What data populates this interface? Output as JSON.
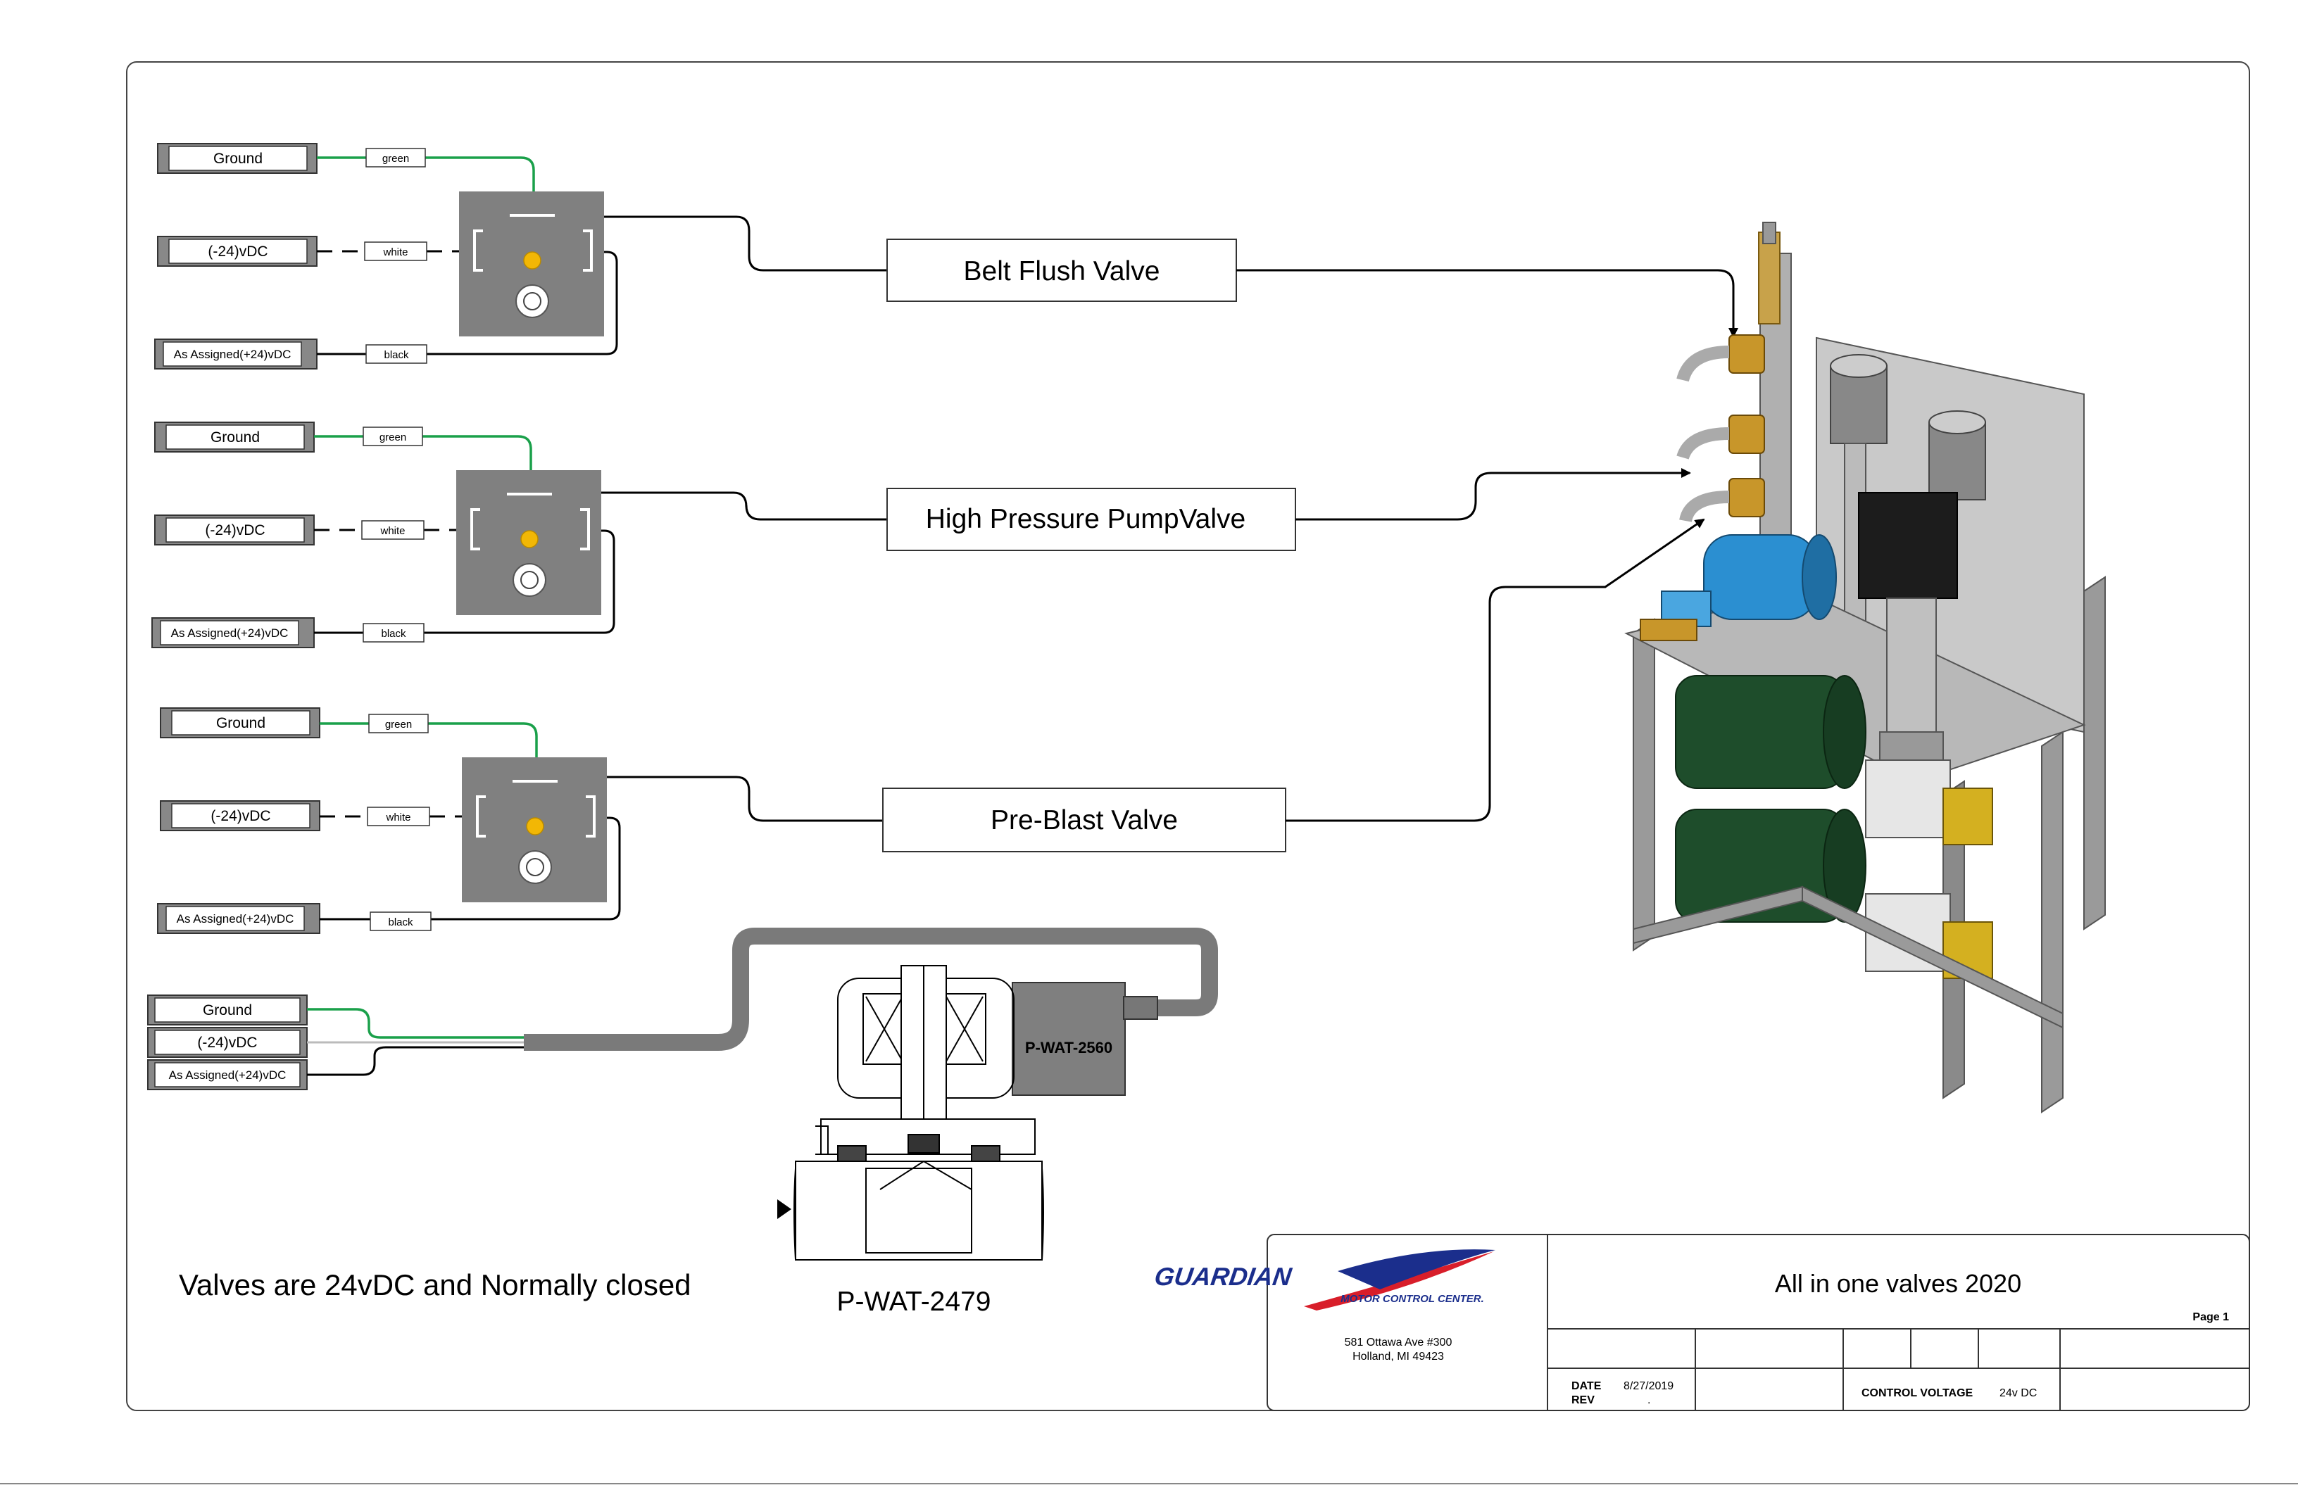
{
  "wiring_groups": [
    {
      "ground_label": "Ground",
      "negative_label": "(-24)vDC",
      "assigned_label": "As Assigned(+24)vDC",
      "wire_green": "green",
      "wire_white": "white",
      "wire_black": "black",
      "valve_label": "Belt Flush Valve"
    },
    {
      "ground_label": "Ground",
      "negative_label": "(-24)vDC",
      "assigned_label": "As Assigned(+24)vDC",
      "wire_green": "green",
      "wire_white": "white",
      "wire_black": "black",
      "valve_label": "High Pressure PumpValve"
    },
    {
      "ground_label": "Ground",
      "negative_label": "(-24)vDC",
      "assigned_label": "As Assigned(+24)vDC",
      "wire_green": "green",
      "wire_white": "white",
      "wire_black": "black",
      "valve_label": "Pre-Blast Valve"
    }
  ],
  "solenoid_group": {
    "ground_label": "Ground",
    "negative_label": "(-24)vDC",
    "assigned_label": "As Assigned(+24)vDC",
    "coil_label": "P-WAT-2560",
    "valve_label": "P-WAT-2479"
  },
  "note": "Valves are 24vDC and Normally closed",
  "title_block": {
    "company_line1": "GUARDIAN",
    "company_line2": "MOTOR CONTROL CENTER.",
    "address_line1": "581 Ottawa Ave #300",
    "address_line2": "Holland, MI  49423",
    "drawing_title": "All in one valves 2020",
    "page_label": "Page  1",
    "date_label": "DATE",
    "date_value": "8/27/2019",
    "rev_label": "REV",
    "rev_value": ".",
    "control_voltage_label": "CONTROL VOLTAGE",
    "control_voltage_value": "24v DC"
  },
  "colors": {
    "ground_wire": "#1aa04a",
    "connector_body": "#808080",
    "led": "#f2b705",
    "logo_red": "#d81e2a",
    "logo_blue": "#1b2e8c",
    "cable": "#7a7a7a"
  }
}
